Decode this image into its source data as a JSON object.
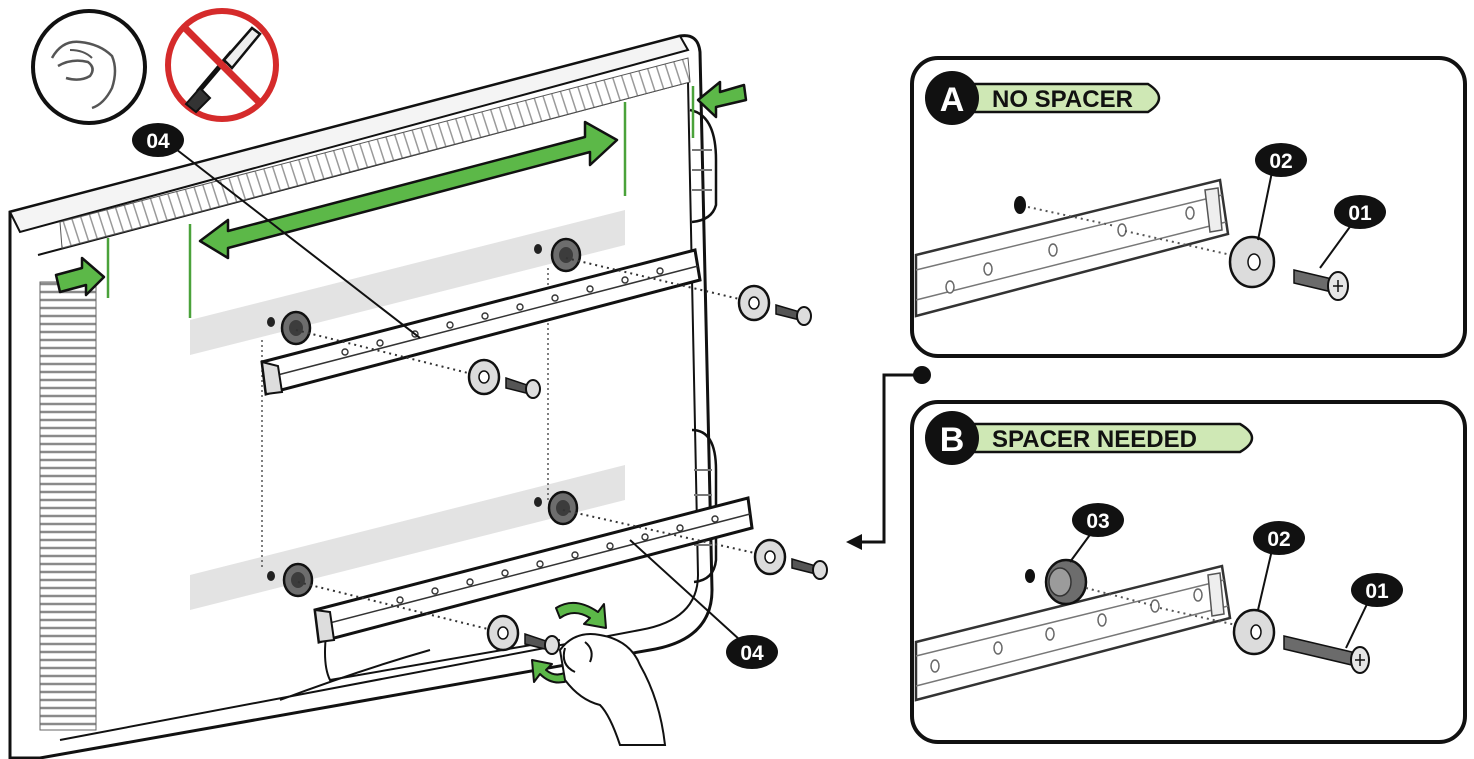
{
  "panels": {
    "a": {
      "letter": "A",
      "title": "NO SPACER",
      "washer_label": "02",
      "screw_label": "01"
    },
    "b": {
      "letter": "B",
      "title": "SPACER NEEDED",
      "spacer_label": "03",
      "washer_label": "02",
      "screw_label": "01"
    }
  },
  "main": {
    "rail_top_label": "04",
    "rail_bottom_label": "04"
  },
  "icons": {
    "hand_tighten": "hand-tighten-icon",
    "no_screwdriver": "no-screwdriver-icon"
  },
  "colors": {
    "green_arrow": "#5cb848",
    "green_tag": "#cfe8b5",
    "line": "#111111",
    "no_sign": "#d52b2b"
  }
}
